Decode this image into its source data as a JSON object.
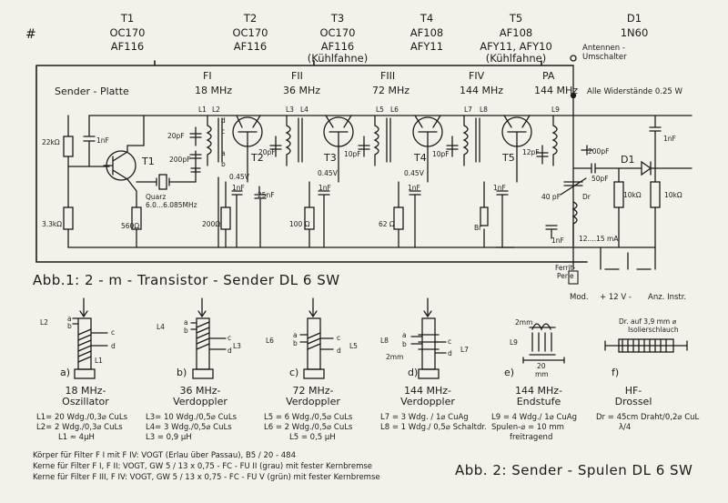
{
  "mark": "#",
  "transistors": [
    {
      "id": "T1",
      "types": [
        "OC170",
        "AF116"
      ]
    },
    {
      "id": "T2",
      "types": [
        "OC170",
        "AF116"
      ]
    },
    {
      "id": "T3",
      "types": [
        "OC170",
        "AF116"
      ],
      "note": "(Kühlfahne)"
    },
    {
      "id": "T4",
      "types": [
        "AF108",
        "AFY11"
      ]
    },
    {
      "id": "T5",
      "types": [
        "AF108",
        "AFY11, AFY10"
      ],
      "note": "(Kühlfahne)"
    }
  ],
  "diode": {
    "id": "D1",
    "type": "1N60"
  },
  "antenna_switch": [
    "Antennen -",
    "Umschalter"
  ],
  "stages": [
    {
      "name": "FI",
      "freq": "18 MHz"
    },
    {
      "name": "FII",
      "freq": "36 MHz"
    },
    {
      "name": "FIII",
      "freq": "72 MHz"
    },
    {
      "name": "FIV",
      "freq": "144 MHz"
    },
    {
      "name": "PA",
      "freq": "144 MHz"
    }
  ],
  "sender_platte": "Sender - Platte",
  "resistor_note": "Alle Widerstände 0.25 W",
  "component_labels": {
    "r22k": "22kΩ",
    "c1nf_a": "1nF",
    "r33k": "3.3kΩ",
    "t1": "T1",
    "quarz": "Quarz",
    "quarz_freq": "6.0...6.085MHz",
    "r560": "560Ω",
    "l1": "L1",
    "l2": "L2",
    "c20pf_a": "20pF",
    "c200pf_a": "200pF",
    "t2": "T2",
    "v045_a": "0.45V",
    "r200": "200Ω",
    "c1nf_b": "1nF",
    "c25nf": "25nF",
    "l3": "L3",
    "l4": "L4",
    "c20pf_b": "20pF",
    "t3": "T3",
    "v045_b": "0.45V",
    "r100": "100 Ω",
    "c1nf_c": "1nF",
    "l5": "L5",
    "l6": "L6",
    "c10pf_a": "10pF",
    "t4": "T4",
    "v045_c": "0.45V",
    "r62": "62 Ω",
    "c1nf_d": "1nF",
    "l7": "L7",
    "l8": "L8",
    "c10pf_b": "10pF",
    "t5": "T5",
    "c1nf_e": "1nF",
    "br": "Br",
    "l9": "L9",
    "c12pf": "12pF",
    "c40pf": "40 pF",
    "dr": "Dr",
    "c200pf_b": "200pF",
    "c50pf": "50pF",
    "d1": "D1",
    "r10k_a": "10kΩ",
    "c1nf_f": "1nF",
    "r10k_b": "10kΩ",
    "c1nf_g": "1nF",
    "current": "12....15 mA",
    "letters": [
      "a",
      "b",
      "c",
      "d"
    ]
  },
  "ferrit": [
    "Ferrit-",
    "Perle"
  ],
  "terminals": [
    "Mod.",
    "+ 12 V -",
    "Anz. Instr."
  ],
  "abb1": "Abb.1:  2 - m - Transistor - Sender  DL 6 SW",
  "coils": [
    {
      "tag": "a)",
      "title": [
        "18 MHz-",
        "Oszillator"
      ],
      "lines": [
        "L1= 20 Wdg./0,3⌀ CuLs",
        "L2=  2 Wdg./0,3⌀ CuLs",
        "L1 ≈ 4μH"
      ],
      "labels": [
        "L2",
        "a",
        "b",
        "c",
        "d",
        "L1"
      ]
    },
    {
      "tag": "b)",
      "title": [
        "36 MHz-",
        "Verdoppler"
      ],
      "lines": [
        "L3= 10 Wdg./0,5⌀ CuLs",
        "L4=  3 Wdg./0,5⌀ CuLs",
        "L3 = 0,9 μH"
      ],
      "labels": [
        "L4",
        "a",
        "b",
        "c",
        "d",
        "L3"
      ]
    },
    {
      "tag": "c)",
      "title": [
        "72 MHz-",
        "Verdoppler"
      ],
      "lines": [
        "L5 =  6 Wdg./0,5⌀ CuLs",
        "L6 =  2 Wdg./0,5⌀ CuLs",
        "L5 = 0,5 μH"
      ],
      "labels": [
        "L6",
        "a",
        "b",
        "c",
        "d",
        "L5"
      ]
    },
    {
      "tag": "d)",
      "title": [
        "144 MHz-",
        "Verdoppler"
      ],
      "lines": [
        "L7 = 3 Wdg. / 1⌀ CuAg",
        "L8 = 1 Wdg./ 0,5⌀ Schaltdr."
      ],
      "labels": [
        "L8",
        "a",
        "b",
        "c",
        "d",
        "L7",
        "2mm"
      ]
    },
    {
      "tag": "e)",
      "title": [
        "144 MHz-",
        "Endstufe"
      ],
      "lines": [
        "L9 = 4 Wdg./ 1⌀ CuAg",
        "Spulen-⌀ = 10 mm",
        "freitragend"
      ],
      "labels": [
        "2mm",
        "L9",
        "20",
        "mm"
      ]
    },
    {
      "tag": "f)",
      "title": [
        "HF-",
        "Drossel"
      ],
      "lines": [
        "Dr = 45cm Draht/0,2⌀ CuL",
        "λ/4"
      ],
      "labels": [
        "Dr. auf 3,9 mm ⌀",
        "Isolierschlauch"
      ]
    }
  ],
  "cores": [
    "Körper für Filter F I mit F IV:  VOGT (Erlau über Passau),  B5 / 20 - 484",
    "Kerne für Filter  F I, F II:  VOGT,  GW 5 / 13 x 0,75 - FC - FU II (grau)  mit fester Kernbremse",
    "Kerne für Filter  F III, F IV:  VOGT,  GW 5 / 13 x 0,75 - FC - FU V (grün)  mit fester Kernbremse"
  ],
  "abb2": "Abb. 2:  Sender - Spulen  DL 6 SW"
}
